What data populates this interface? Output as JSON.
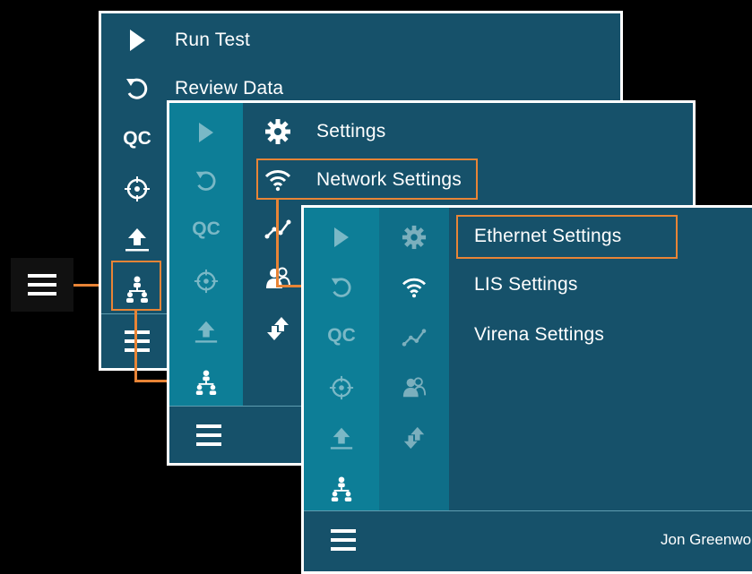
{
  "menu1": {
    "items": [
      {
        "icon": "play-icon",
        "label": "Run Test"
      },
      {
        "icon": "undo-icon",
        "label": "Review Data"
      },
      {
        "icon": "qc-icon",
        "label": "QC"
      },
      {
        "icon": "crosshair-icon",
        "label": ""
      },
      {
        "icon": "upload-icon",
        "label": ""
      },
      {
        "icon": "network-icon",
        "label": ""
      }
    ]
  },
  "menu2": {
    "items": [
      {
        "icon": "gear-icon",
        "label": "Settings"
      },
      {
        "icon": "wifi-icon",
        "label": "Network Settings"
      }
    ]
  },
  "menu3": {
    "items": [
      {
        "label": "Ethernet Settings"
      },
      {
        "label": "LIS Settings"
      },
      {
        "label": "Virena Settings"
      }
    ],
    "user": "Jon Greenwo"
  },
  "qc_text": "QC",
  "colors": {
    "highlight": "#e88436",
    "panel": "#16516a",
    "rail": "#0d7e97"
  }
}
